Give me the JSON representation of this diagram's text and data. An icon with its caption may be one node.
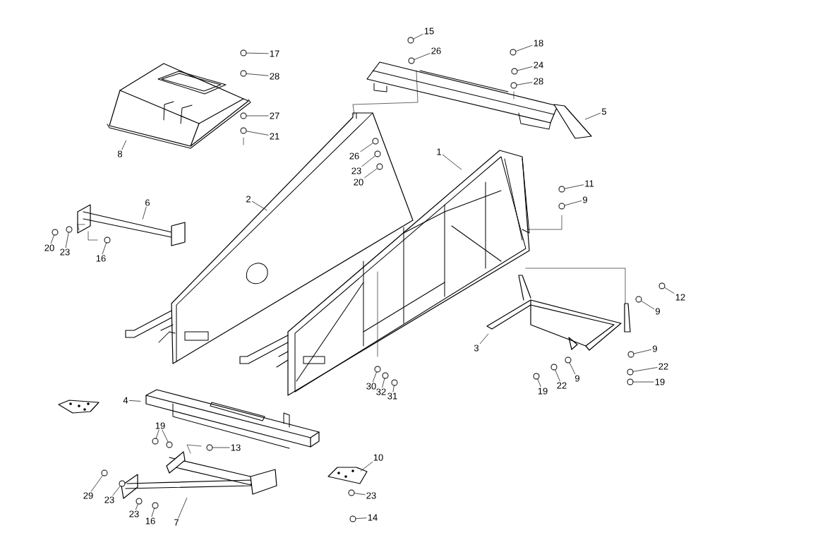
{
  "diagram": {
    "nodes": [
      {
        "text": [
          "15"
        ]
      },
      {
        "text": [
          "18"
        ]
      },
      {
        "text": [
          "26"
        ]
      },
      {
        "text": [
          "17"
        ]
      },
      {
        "text": [
          "24"
        ]
      },
      {
        "text": [
          "28"
        ]
      },
      {
        "text": [
          "28"
        ]
      },
      {
        "text": [
          "5"
        ]
      },
      {
        "text": [
          "27"
        ]
      },
      {
        "text": [
          "21"
        ]
      },
      {
        "text": [
          "1"
        ]
      },
      {
        "text": [
          "8"
        ]
      },
      {
        "text": [
          "26"
        ]
      },
      {
        "text": [
          "23"
        ]
      },
      {
        "text": [
          "20"
        ]
      },
      {
        "text": [
          "11"
        ]
      },
      {
        "text": [
          "9"
        ]
      },
      {
        "text": [
          "2"
        ]
      },
      {
        "text": [
          "6"
        ]
      },
      {
        "text": [
          "20"
        ]
      },
      {
        "text": [
          "23"
        ]
      },
      {
        "text": [
          "16"
        ]
      },
      {
        "text": [
          "12"
        ]
      },
      {
        "text": [
          "9"
        ]
      },
      {
        "text": [
          "3"
        ]
      },
      {
        "text": [
          "9"
        ]
      },
      {
        "text": [
          "22"
        ]
      },
      {
        "text": [
          "9"
        ]
      },
      {
        "text": [
          "19"
        ]
      },
      {
        "text": [
          "30"
        ]
      },
      {
        "text": [
          "22"
        ]
      },
      {
        "text": [
          "32"
        ]
      },
      {
        "text": [
          "19"
        ]
      },
      {
        "text": [
          "31"
        ]
      },
      {
        "text": [
          "4"
        ]
      },
      {
        "text": [
          "19"
        ]
      },
      {
        "text": [
          "13"
        ]
      },
      {
        "text": [
          "10"
        ]
      },
      {
        "text": [
          "29"
        ]
      },
      {
        "text": [
          "23"
        ]
      },
      {
        "text": [
          "23"
        ]
      },
      {
        "text": [
          "23"
        ]
      },
      {
        "text": [
          "14"
        ]
      },
      {
        "text": [
          "16"
        ]
      },
      {
        "text": [
          "7"
        ]
      },
      {
        "text": [],
        "shape": "circle"
      },
      {
        "text": [],
        "shape": "circle"
      },
      {
        "text": [],
        "shape": "circle"
      },
      {
        "text": [],
        "shape": "circle"
      },
      {
        "text": [],
        "shape": "circle"
      },
      {
        "text": [],
        "shape": "circle"
      },
      {
        "text": [],
        "shape": "circle"
      },
      {
        "text": [],
        "shape": "circle"
      },
      {
        "text": [],
        "shape": "circle"
      },
      {
        "text": [],
        "shape": "circle"
      },
      {
        "text": [],
        "shape": "circle"
      },
      {
        "text": [],
        "shape": "circle"
      },
      {
        "text": [],
        "shape": "circle"
      },
      {
        "text": [],
        "shape": "circle"
      },
      {
        "text": [],
        "shape": "circle"
      },
      {
        "text": [],
        "shape": "circle"
      },
      {
        "text": [],
        "shape": "circle"
      },
      {
        "text": [],
        "shape": "circle"
      },
      {
        "text": [],
        "shape": "circle"
      },
      {
        "text": [],
        "shape": "circle"
      },
      {
        "text": [],
        "shape": "circle"
      },
      {
        "text": [],
        "shape": "circle"
      },
      {
        "text": [],
        "shape": "circle"
      },
      {
        "text": [],
        "shape": "circle"
      },
      {
        "text": [],
        "shape": "circle"
      },
      {
        "text": [],
        "shape": "circle"
      },
      {
        "text": [],
        "shape": "circle"
      },
      {
        "text": [],
        "shape": "circle"
      },
      {
        "text": [],
        "shape": "circle"
      },
      {
        "text": [],
        "shape": "circle"
      },
      {
        "text": [],
        "shape": "circle"
      },
      {
        "text": [],
        "shape": "circle"
      },
      {
        "text": [],
        "shape": "circle"
      },
      {
        "text": [],
        "shape": "circle"
      },
      {
        "text": [],
        "shape": "circle"
      },
      {
        "text": [],
        "shape": "circle"
      },
      {
        "text": [],
        "shape": "circle"
      }
    ],
    "edges": [
      {
        "from": 0,
        "to": 45,
        "arrow": "none"
      },
      {
        "from": 1,
        "to": 46,
        "arrow": "none"
      },
      {
        "from": 2,
        "to": 47,
        "arrow": "none"
      },
      {
        "from": 3,
        "to": 48,
        "arrow": "none"
      },
      {
        "from": 4,
        "to": 49,
        "arrow": "none"
      },
      {
        "from": 5,
        "to": 50,
        "arrow": "none"
      },
      {
        "from": 6,
        "to": 51,
        "arrow": "none"
      },
      {
        "from": 7,
        "to": null,
        "arrow": "none"
      },
      {
        "from": 8,
        "to": 52,
        "arrow": "none"
      },
      {
        "from": 9,
        "to": 53,
        "arrow": "none"
      },
      {
        "from": 10,
        "to": null,
        "arrow": "none"
      },
      {
        "from": 11,
        "to": null,
        "arrow": "none"
      },
      {
        "from": 12,
        "to": 54,
        "arrow": "none"
      },
      {
        "from": 13,
        "to": 55,
        "arrow": "none"
      },
      {
        "from": 14,
        "to": 56,
        "arrow": "none"
      },
      {
        "from": 15,
        "to": 57,
        "arrow": "none"
      },
      {
        "from": 16,
        "to": 58,
        "arrow": "none"
      },
      {
        "from": 17,
        "to": null,
        "arrow": "none"
      },
      {
        "from": 18,
        "to": null,
        "arrow": "none"
      },
      {
        "from": 19,
        "to": 59,
        "arrow": "none"
      },
      {
        "from": 20,
        "to": 60,
        "arrow": "none"
      },
      {
        "from": 21,
        "to": 61,
        "arrow": "none"
      },
      {
        "from": 22,
        "to": 62,
        "arrow": "none"
      },
      {
        "from": 23,
        "to": 63,
        "arrow": "none"
      },
      {
        "from": 24,
        "to": null,
        "arrow": "none"
      },
      {
        "from": 25,
        "to": 64,
        "arrow": "none"
      },
      {
        "from": 26,
        "to": 65,
        "arrow": "none"
      },
      {
        "from": 27,
        "to": 66,
        "arrow": "none"
      },
      {
        "from": 28,
        "to": 67,
        "arrow": "none"
      },
      {
        "from": 29,
        "to": 68,
        "arrow": "none"
      },
      {
        "from": 30,
        "to": 69,
        "arrow": "none"
      },
      {
        "from": 31,
        "to": 70,
        "arrow": "none"
      },
      {
        "from": 32,
        "to": 71,
        "arrow": "none"
      },
      {
        "from": 33,
        "to": 72,
        "arrow": "none"
      },
      {
        "from": 34,
        "to": null,
        "arrow": "none"
      },
      {
        "from": 35,
        "to": 73,
        "arrow": "none"
      },
      {
        "from": 35,
        "to": 74,
        "arrow": "none"
      },
      {
        "from": 36,
        "to": 75,
        "arrow": "none"
      },
      {
        "from": 37,
        "to": null,
        "arrow": "none"
      },
      {
        "from": 38,
        "to": 76,
        "arrow": "none"
      },
      {
        "from": 39,
        "to": 77,
        "arrow": "none"
      },
      {
        "from": 40,
        "to": 78,
        "arrow": "none"
      },
      {
        "from": 41,
        "to": 79,
        "arrow": "none"
      },
      {
        "from": 42,
        "to": 80,
        "arrow": "none"
      },
      {
        "from": 43,
        "to": 81,
        "arrow": "none"
      },
      {
        "from": 44,
        "to": null,
        "arrow": "none"
      }
    ]
  }
}
